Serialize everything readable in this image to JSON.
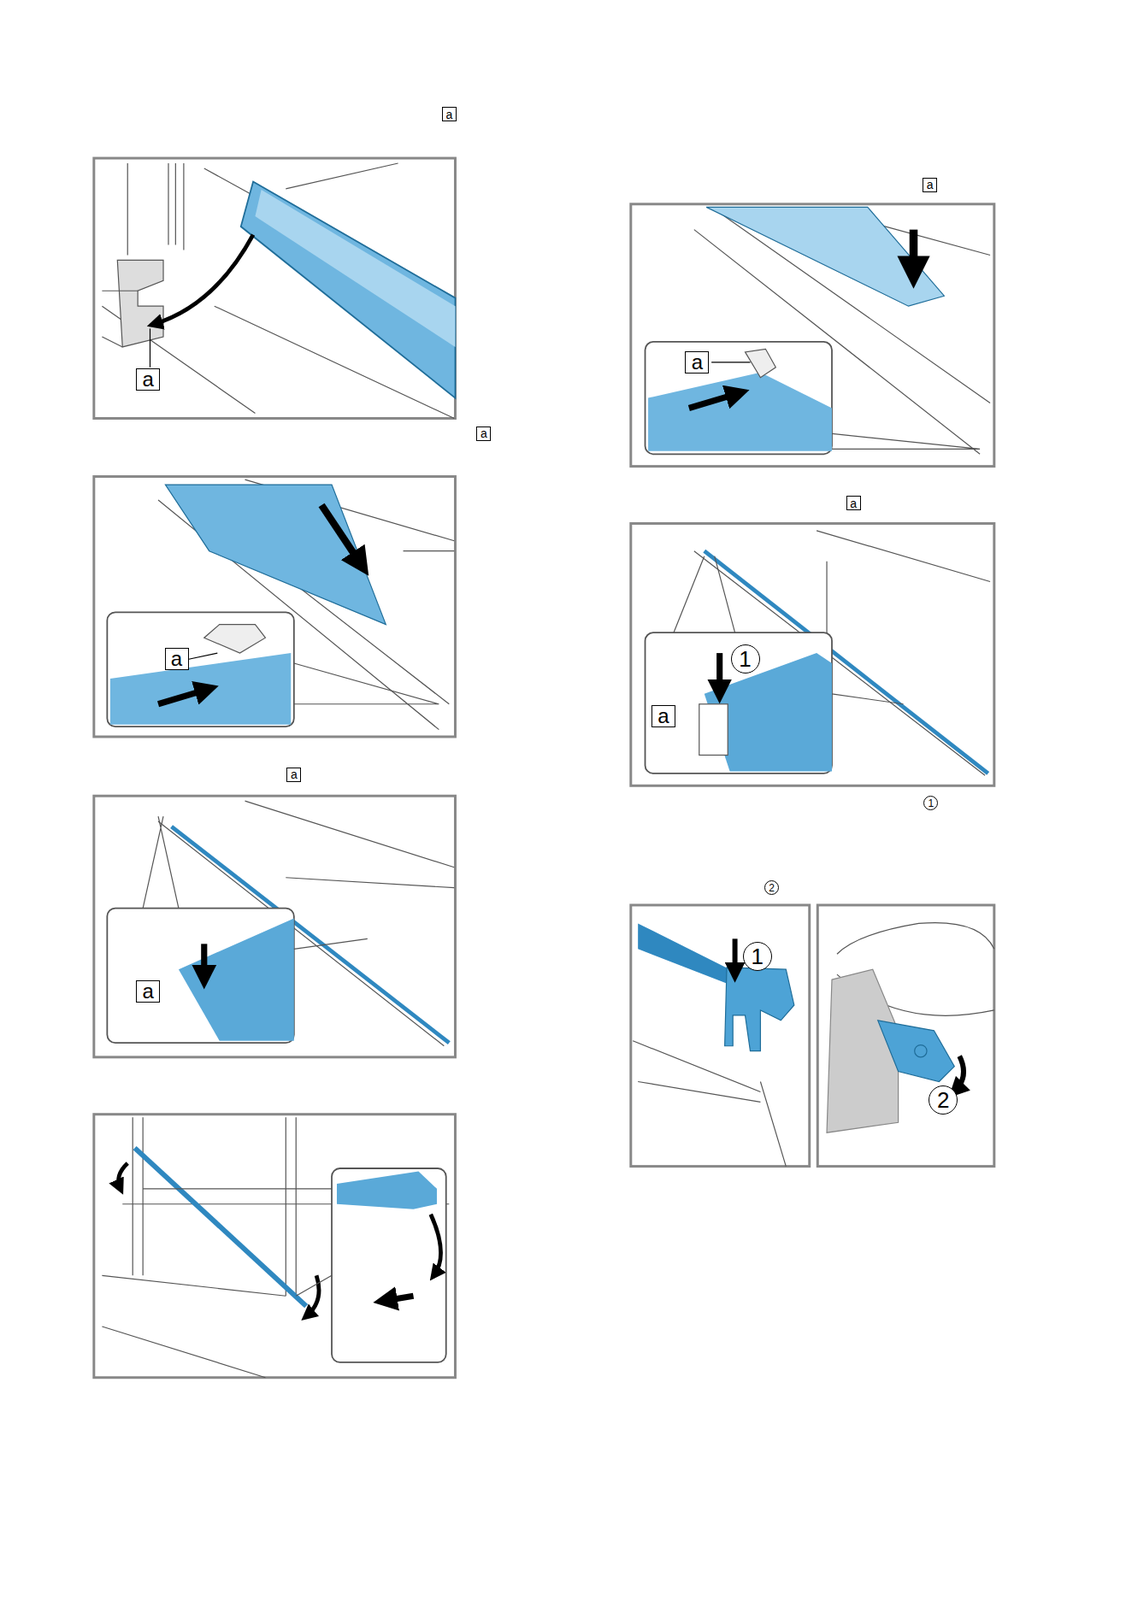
{
  "diagram": {
    "labels": [
      "a",
      "a",
      "a",
      "a",
      "a",
      "a",
      "a",
      "a",
      "a",
      "1",
      "a",
      "1",
      "2",
      "1",
      "2"
    ]
  }
}
